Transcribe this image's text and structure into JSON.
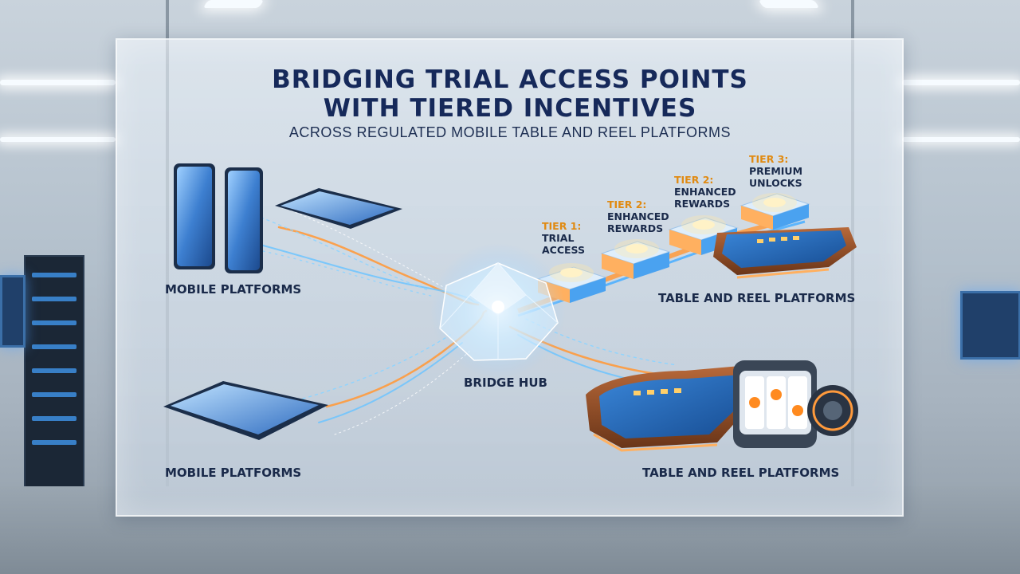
{
  "header": {
    "title_line1": "BRIDGING TRIAL ACCESS POINTS",
    "title_line2": "WITH TIERED INCENTIVES",
    "subtitle": "ACROSS REGULATED MOBILE TABLE AND REEL PLATFORMS"
  },
  "nodes": {
    "mobile_top": "MOBILE PLATFORMS",
    "mobile_bottom": "MOBILE PLATFORMS",
    "bridge_hub": "BRIDGE HUB",
    "table_reel_top": "TABLE AND REEL PLATFORMS",
    "table_reel_bottom": "TABLE AND REEL PLATFORMS"
  },
  "tiers": [
    {
      "name": "TIER 1:",
      "line1": "TRIAL",
      "line2": "ACCESS"
    },
    {
      "name": "TIER 2:",
      "line1": "ENHANCED",
      "line2": "REWARDS"
    },
    {
      "name": "TIER 2:",
      "line1": "ENHANCED",
      "line2": "REWARDS"
    },
    {
      "name": "TIER 3:",
      "line1": "PREMIUM",
      "line2": "UNLOCKS"
    }
  ],
  "colors": {
    "title": "#16295a",
    "tier_accent": "#e08a12",
    "flow_blue": "#5fb8ff",
    "flow_orange": "#ff9a3c",
    "table_wood": "#8a4a24",
    "table_felt": "#1f5fae"
  }
}
